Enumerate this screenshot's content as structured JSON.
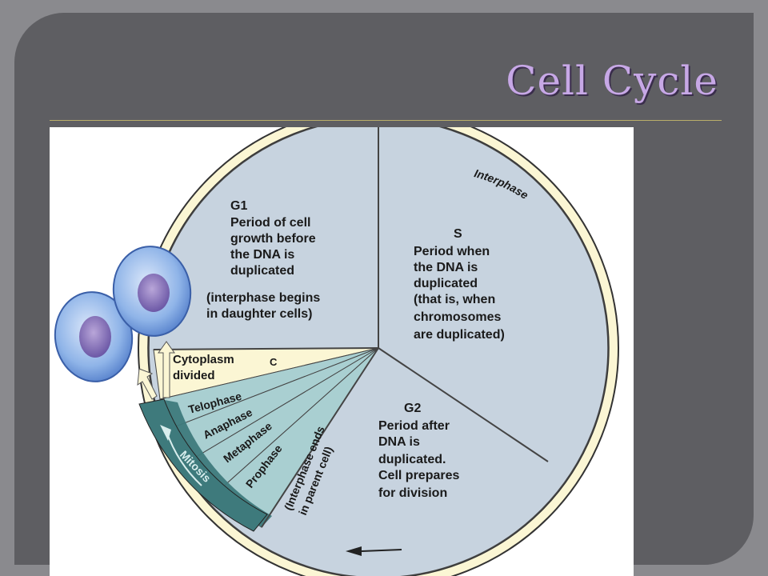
{
  "slide": {
    "title": "Cell Cycle"
  },
  "diagram": {
    "ring_label": "Interphase",
    "g1": {
      "heading": "G1",
      "lines": [
        "Period of cell",
        "growth before",
        "the DNA is",
        "duplicated"
      ],
      "note_lines": [
        "(interphase begins",
        "in daughter cells)"
      ]
    },
    "s": {
      "heading": "S",
      "lines": [
        "Period when",
        "the DNA is",
        "duplicated",
        "(that is, when",
        "chromosomes",
        "are duplicated)"
      ]
    },
    "g2": {
      "heading": "G2",
      "lines": [
        "Period after",
        "DNA is",
        "duplicated.",
        "Cell prepares",
        "for division"
      ]
    },
    "cytokinesis": {
      "lines": [
        "Cytoplasm",
        "divided"
      ],
      "marker": "C"
    },
    "phases": [
      "Telophase",
      "Anaphase",
      "Metaphase",
      "Prophase"
    ],
    "interphase_end_lines": [
      "(Interphase ends",
      "in parent cell)"
    ],
    "mitosis_label": "Mitosis"
  },
  "colors": {
    "slide_bg": "#5e5e62",
    "title": "#c7a8e6",
    "ring": "#fbf6d4",
    "sector": "#c7d3df",
    "mitosis_band": "#3e7a7c",
    "phase_slices": "#a9cfd1",
    "cells": "#7ea9e3"
  }
}
